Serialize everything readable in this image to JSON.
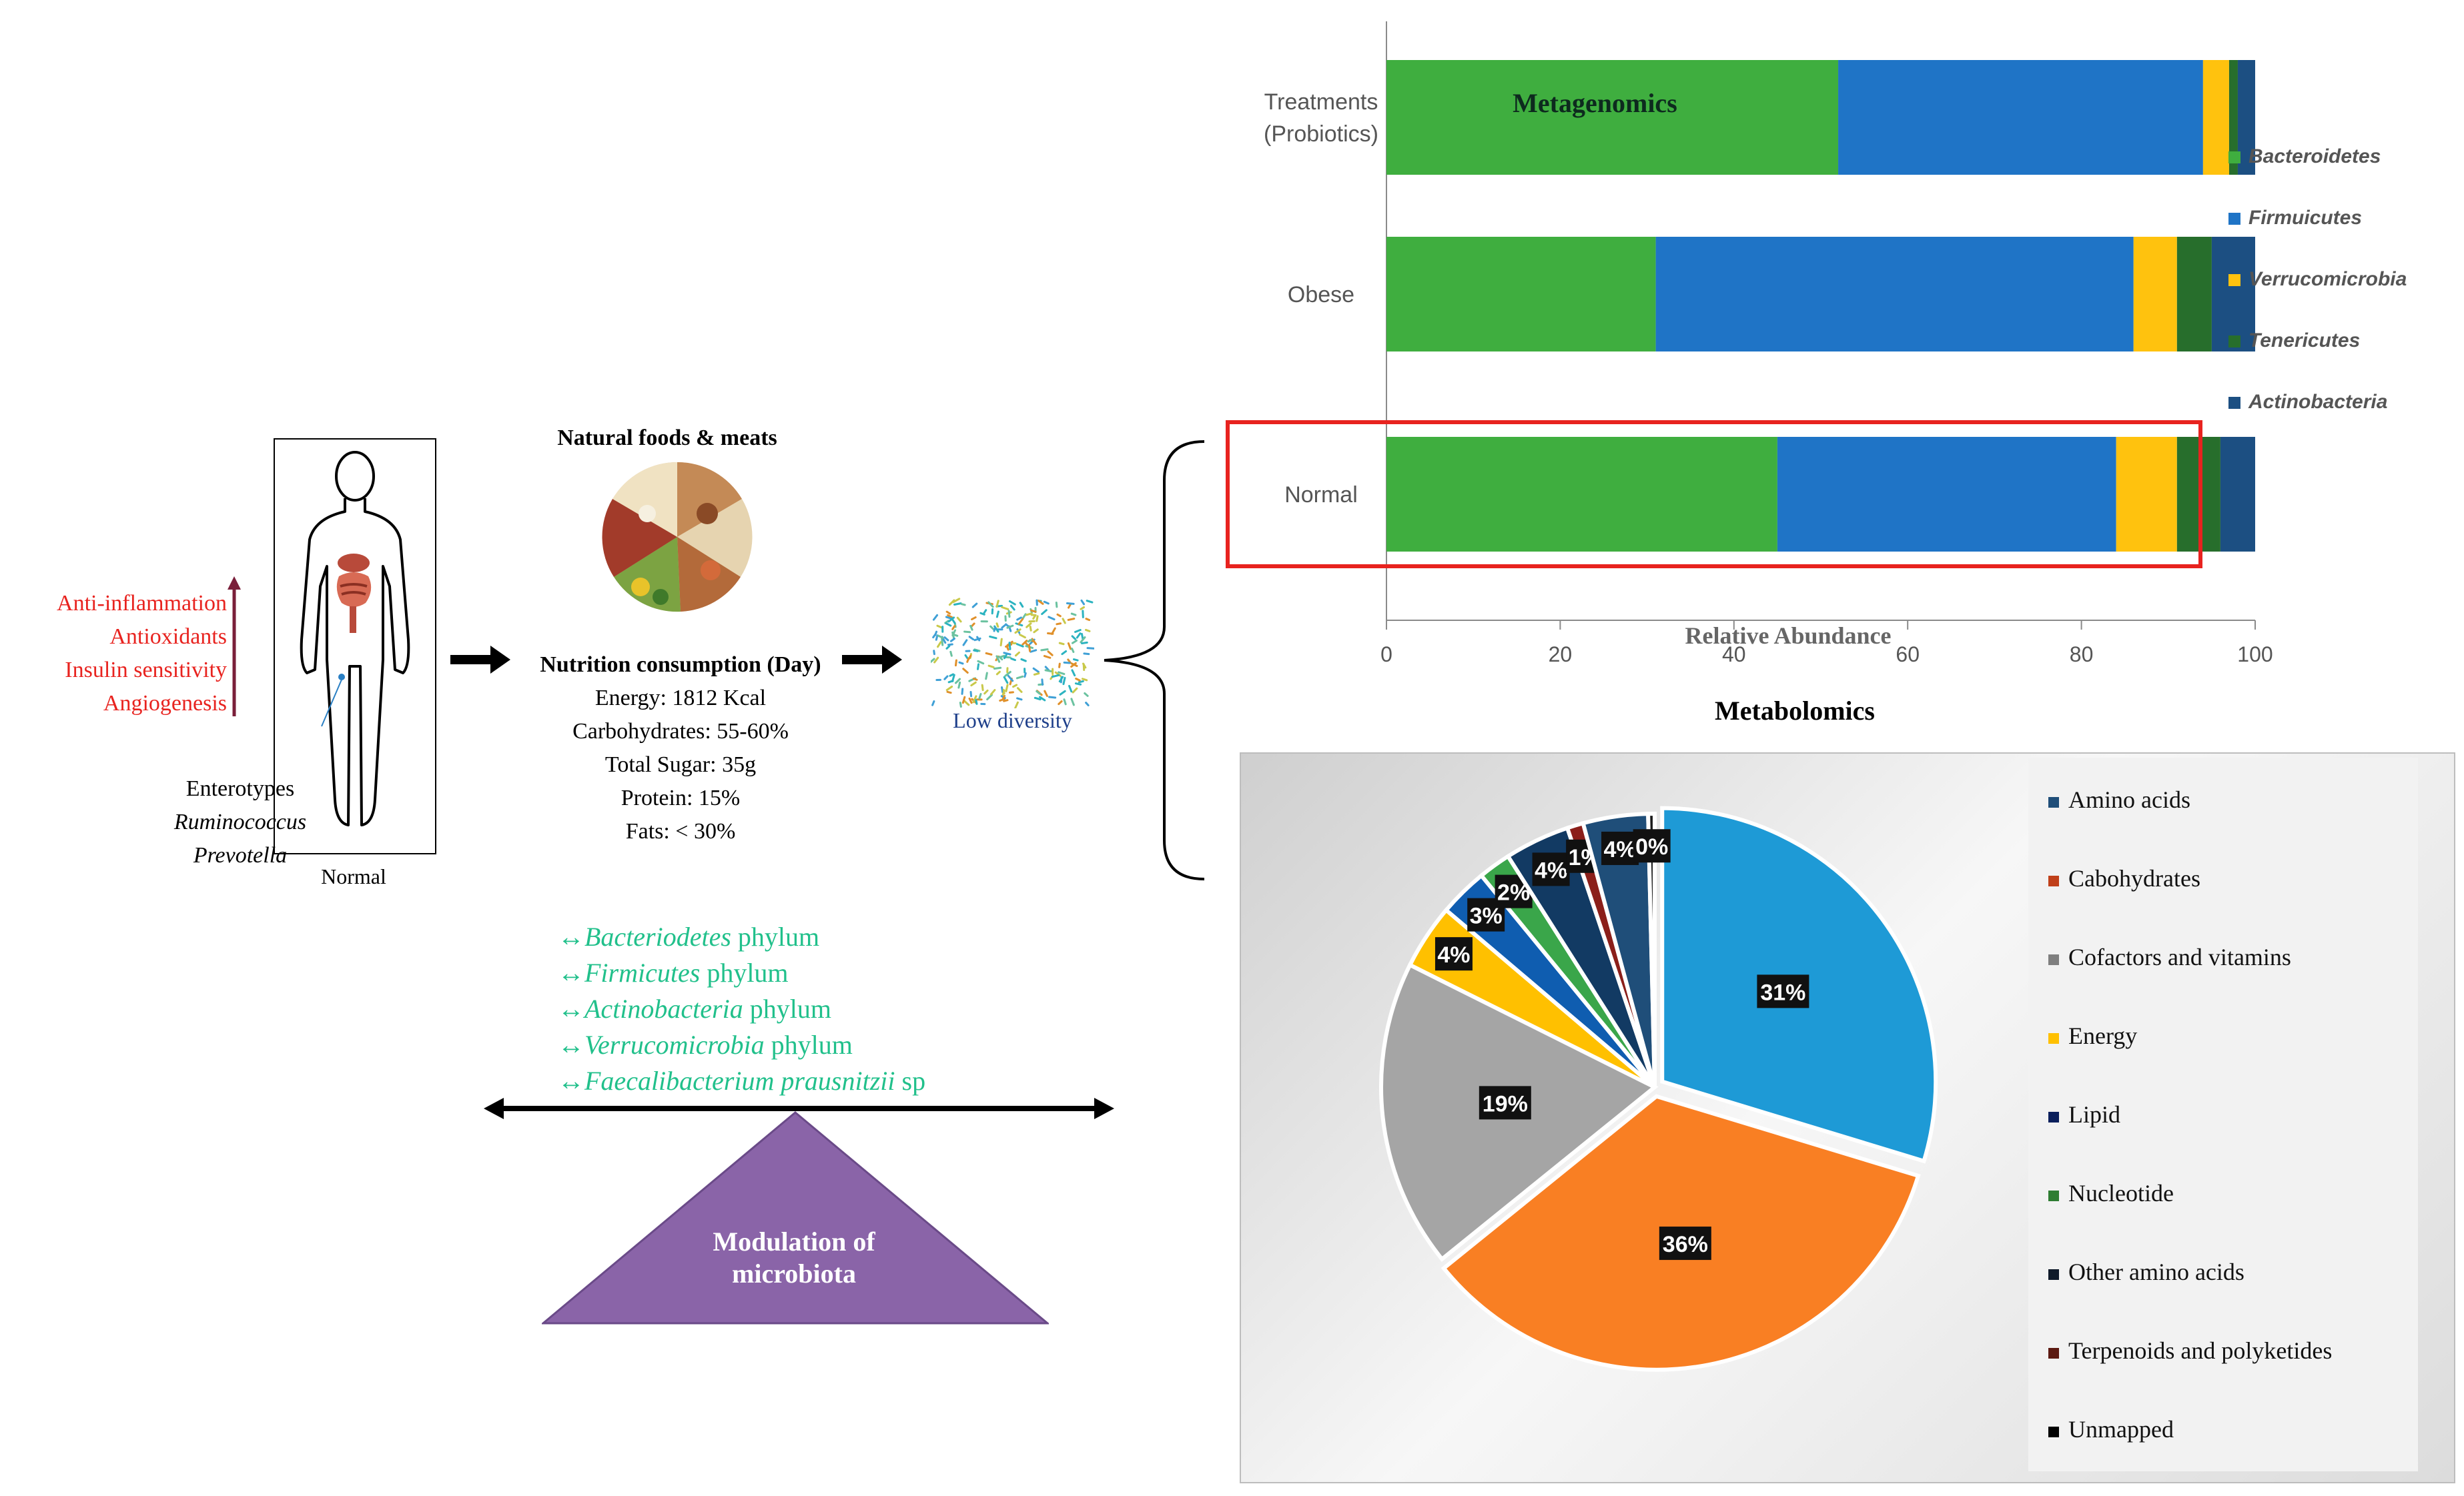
{
  "left": {
    "effects": [
      "Anti-inflammation",
      "Antioxidants",
      "Insulin sensitivity",
      "Angiogenesis"
    ],
    "enterotypes_label": "Enterotypes",
    "enterotype_1": "Ruminococcus",
    "enterotype_2": "Prevotella",
    "figure_caption": "Normal"
  },
  "nutrition": {
    "foods_title": "Natural foods & meats",
    "title": "Nutrition consumption (Day)",
    "items": [
      "Energy: 1812 Kcal",
      "Carbohydrates: 55-60%",
      "Total Sugar: 35g",
      "Protein: 15%",
      "Fats: < 30%"
    ]
  },
  "diversity_label": "Low diversity",
  "phyla": {
    "items": [
      {
        "name": "Bacteriodetes",
        "rank": " phylum"
      },
      {
        "name": "Firmicutes",
        "rank": " phylum"
      },
      {
        "name": "Actinobacteria",
        "rank": " phylum"
      },
      {
        "name": "Verrucomicrobia",
        "rank": " phylum"
      },
      {
        "name": "Faecalibacterium prausnitzii",
        "rank": " sp"
      }
    ],
    "arrow": "↔"
  },
  "modulation_label": "Modulation of microbiota",
  "colors": {
    "red": "#e8231f",
    "green_text": "#21c08b",
    "purple": "#8a64a8",
    "bacteroidetes": "#3fae3f",
    "firmicutes": "#1f74c6",
    "verrucomicrobia": "#ffc20e",
    "tenericutes": "#276e2c",
    "actinobacteria": "#1c4f82"
  },
  "chart_data": [
    {
      "type": "bar",
      "orientation": "horizontal",
      "stacked": true,
      "overlay_label": "Metagenomics",
      "categories": [
        "Treatments (Probiotics)",
        "Obese",
        "Normal"
      ],
      "series": [
        {
          "name": "Bacteroidetes",
          "values": [
            52,
            31,
            45
          ]
        },
        {
          "name": "Firmuicutes",
          "values": [
            42,
            55,
            39
          ]
        },
        {
          "name": "Verrucomicrobia",
          "values": [
            3,
            5,
            7
          ]
        },
        {
          "name": "Tenericutes",
          "values": [
            1,
            4,
            5
          ]
        },
        {
          "name": "Actinobacteria",
          "values": [
            2,
            5,
            4
          ]
        }
      ],
      "xlabel": "Relative Abundance",
      "xlim": [
        0,
        100
      ],
      "xticks": [
        0,
        20,
        40,
        60,
        80,
        100
      ],
      "highlighted_category": "Normal",
      "legend_position": "right"
    },
    {
      "type": "pie",
      "title": "Metabolomics",
      "slices": [
        {
          "name": "Amino acids",
          "value": 4,
          "label": "4%",
          "color": "#1f4e79"
        },
        {
          "name": "Cabohydrates",
          "value": 36,
          "label": "36%",
          "color": "#f97f23"
        },
        {
          "name": "Cofactors and vitamins",
          "value": 19,
          "label": "19%",
          "color": "#a5a5a5"
        },
        {
          "name": "Energy",
          "value": 4,
          "label": "4%",
          "color": "#ffc000"
        },
        {
          "name": "Lipid",
          "value": 3,
          "label": "3%",
          "color": "#0f5db0"
        },
        {
          "name": "Nucleotide",
          "value": 2,
          "label": "2%",
          "color": "#3aa64a"
        },
        {
          "name": "Other amino acids",
          "value": 4,
          "label": "4%",
          "color": "#123a63"
        },
        {
          "name": "Terpenoids and polyketides",
          "value": 1,
          "label": "1%",
          "color": "#8b1f1a"
        },
        {
          "name": "Unmapped",
          "value": 0,
          "label": "0%",
          "color": "#1b1b1b"
        },
        {
          "name": "Amino acids",
          "value": 31,
          "label": "31%",
          "color": "#1e9ad6"
        }
      ],
      "legend": [
        "Amino acids",
        "Cabohydrates",
        "Cofactors and vitamins",
        "Energy",
        "Lipid",
        "Nucleotide",
        "Other amino acids",
        "Terpenoids and polyketides",
        "Unmapped"
      ],
      "legend_colors": [
        "#1f4e79",
        "#c0401a",
        "#7f7f7f",
        "#ffc000",
        "#0b1f5c",
        "#2e7d32",
        "#0f1a2a",
        "#5c1a12",
        "#000000"
      ],
      "legend_position": "right"
    }
  ]
}
